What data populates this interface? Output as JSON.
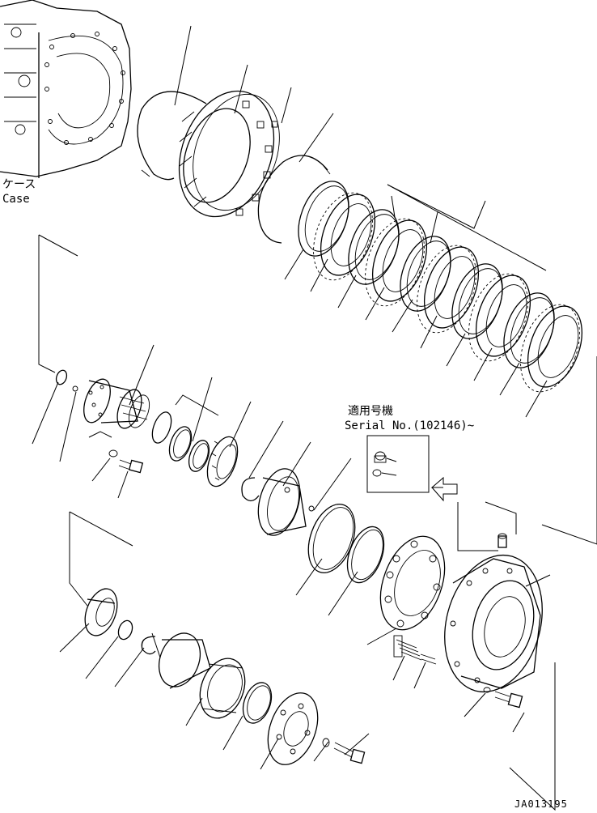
{
  "case_label": {
    "japanese": "ケース",
    "english": "Case"
  },
  "serial_note": {
    "heading": "適用号機",
    "serial": "Serial No.(102146)~"
  },
  "drawing_code": "JA013195"
}
